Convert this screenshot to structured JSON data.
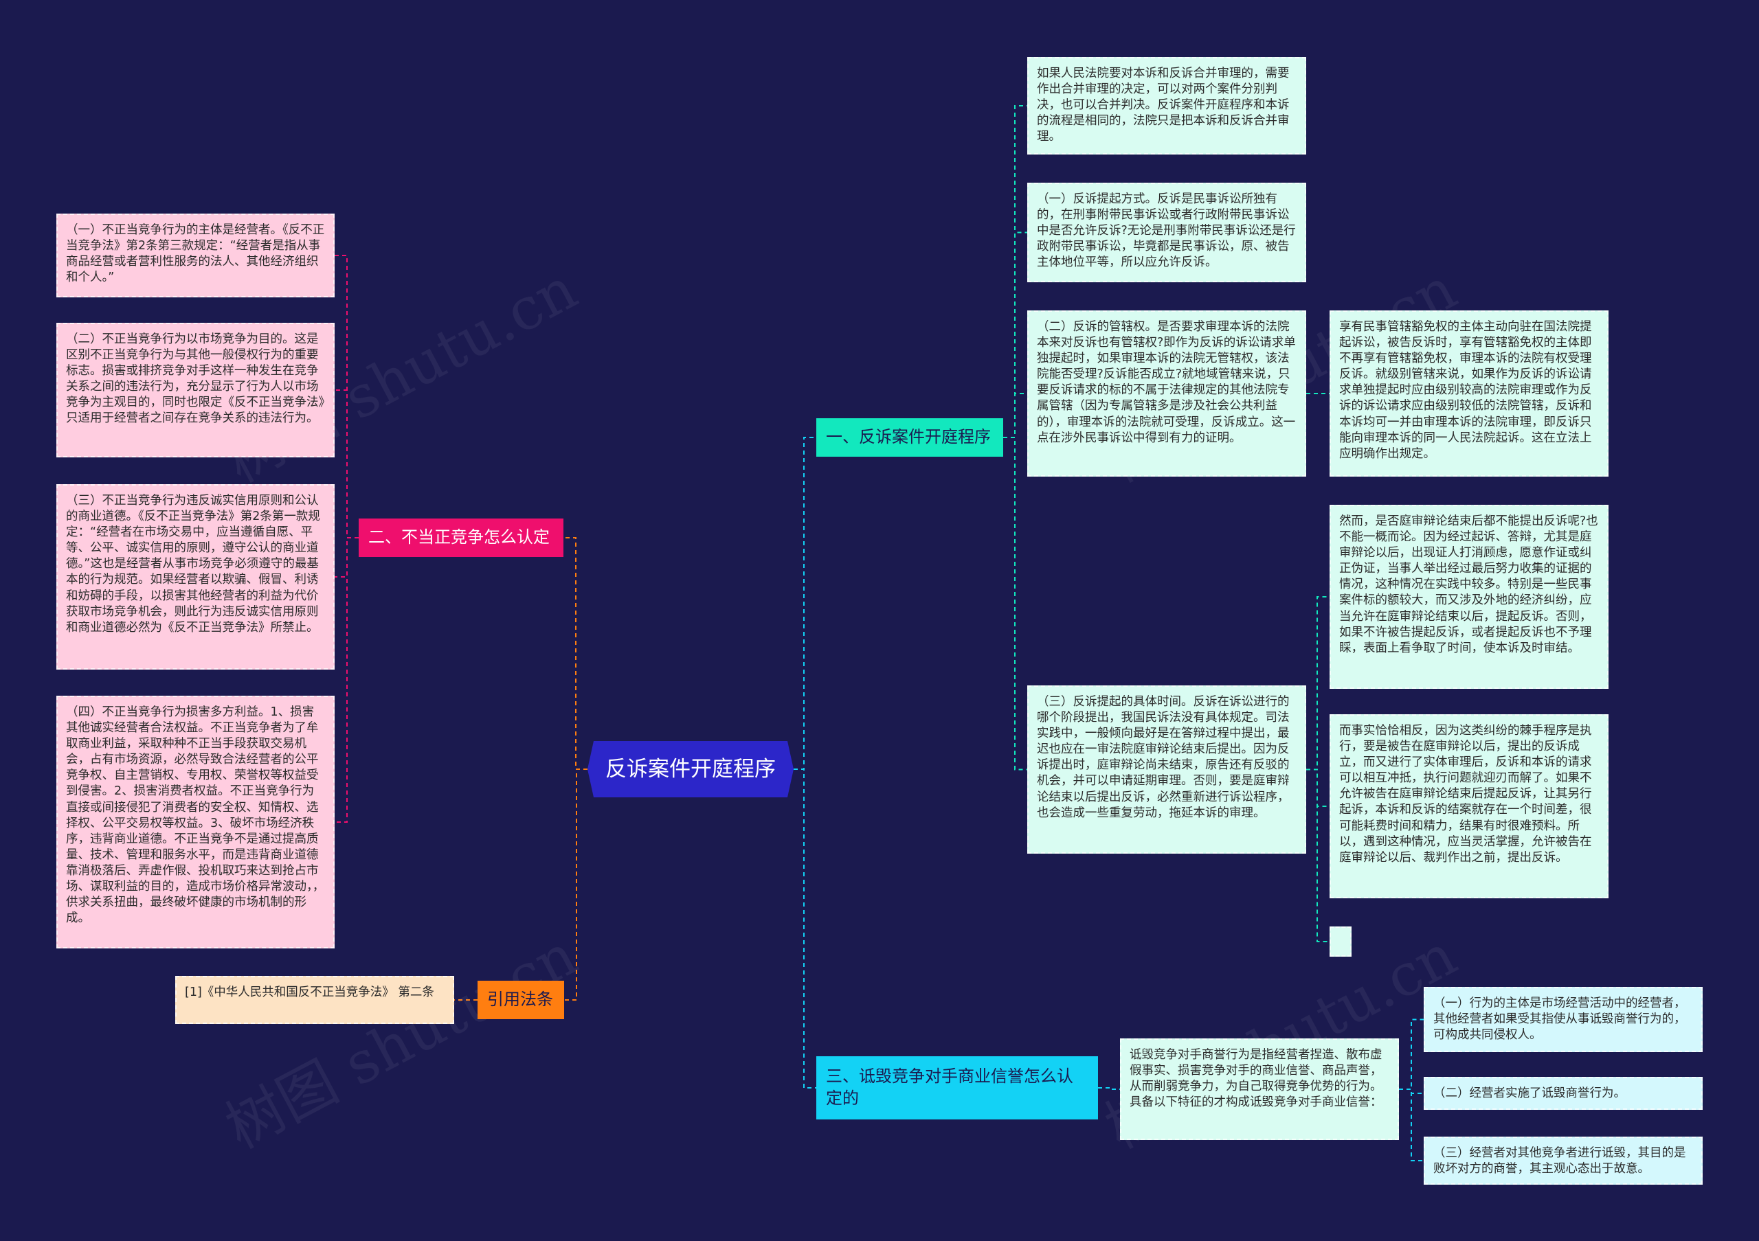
{
  "root": {
    "label": "反诉案件开庭程序"
  },
  "colors": {
    "background": "#1b1a4f",
    "root": "#2c26c9",
    "branch_red": "#ef0f6d",
    "branch_teal": "#12e8be",
    "branch_sky": "#13d2f5",
    "branch_orange": "#ff7e10",
    "leaf_pink": "#ffcde0",
    "leaf_mint": "#d9fcf2",
    "leaf_cyan": "#d4f8fd",
    "leaf_peach": "#fde3c4"
  },
  "watermark": "树图 shutu.cn",
  "branches": {
    "b1": {
      "label": "一、反诉案件开庭程序"
    },
    "b2": {
      "label": "二、不当正竞争怎么认定"
    },
    "b3": {
      "label": "三、诋毁竞争对手商业信誉怎么认定的"
    },
    "b4": {
      "label": "引用法条"
    }
  },
  "nodes": {
    "b1_intro": "如果人民法院要对本诉和反诉合并审理的，需要作出合并审理的决定，可以对两个案件分别判决，也可以合并判决。反诉案件开庭程序和本诉的流程是相同的，法院只是把本诉和反诉合并审理。",
    "b1_p1": "（一）反诉提起方式。反诉是民事诉讼所独有的，在刑事附带民事诉讼或者行政附带民事诉讼中是否允许反诉?无论是刑事附带民事诉讼还是行政附带民事诉讼，毕竟都是民事诉讼，原、被告主体地位平等，所以应允许反诉。",
    "b1_p2": "（二）反诉的管辖权。是否要求审理本诉的法院本来对反诉也有管辖权?即作为反诉的诉讼请求单独提起时，如果审理本诉的法院无管辖权，该法院能否受理?反诉能否成立?就地域管辖来说，只要反诉请求的标的不属于法律规定的其他法院专属管辖（因为专属管辖多是涉及社会公共利益的），审理本诉的法院就可受理，反诉成立。这一点在涉外民事诉讼中得到有力的证明。",
    "b1_p2_sub": "享有民事管辖豁免权的主体主动向驻在国法院提起诉讼，被告反诉时，享有管辖豁免权的主体即不再享有管辖豁免权，审理本诉的法院有权受理反诉。就级别管辖来说，如果作为反诉的诉讼请求单独提起时应由级别较高的法院审理或作为反诉的诉讼请求应由级别较低的法院管辖，反诉和本诉均可一并由审理本诉的法院审理，即反诉只能向审理本诉的同一人民法院起诉。这在立法上应明确作出规定。",
    "b1_p3": "（三）反诉提起的具体时间。反诉在诉讼进行的哪个阶段提出，我国民诉法没有具体规定。司法实践中，一般倾向最好是在答辩过程中提出，最迟也应在一审法院庭审辩论结束后提出。因为反诉提出时，庭审辩论尚未结束，原告还有反驳的机会，并可以申请延期审理。否则，要是庭审辩论结束以后提出反诉，必然重新进行诉讼程序，也会造成一些重复劳动，拖延本诉的审理。",
    "b1_p3_sub1": "然而，是否庭审辩论结束后都不能提出反诉呢?也不能一概而论。因为经过起诉、答辩，尤其是庭审辩论以后，出现证人打消顾虑，愿意作证或纠正伪证，当事人举出经过最后努力收集的证据的情况，这种情况在实践中较多。特别是一些民事案件标的额较大，而又涉及外地的经济纠纷，应当允许在庭审辩论结束以后，提起反诉。否则，如果不许被告提起反诉，或者提起反诉也不予理睬，表面上看争取了时间，使本诉及时审结。",
    "b1_p3_sub2": "而事实恰恰相反，因为这类纠纷的棘手程序是执行，要是被告在庭审辩论以后，提出的反诉成立，而又进行了实体审理后，反诉和本诉的请求可以相互冲抵，执行问题就迎刃而解了。如果不允许被告在庭审辩论结束后提起反诉，让其另行起诉，本诉和反诉的结案就存在一个时间差，很可能耗费时间和精力，结果有时很难预料。所以，遇到这种情况，应当灵活掌握，允许被告在庭审辩论以后、裁判作出之前，提出反诉。",
    "b2_p1": "（一）不正当竞争行为的主体是经营者。《反不正当竞争法》第2条第三款规定：“经营者是指从事商品经营或者营利性服务的法人、其他经济组织和个人。”",
    "b2_p2": "（二）不正当竞争行为以市场竞争为目的。这是区别不正当竞争行为与其他一般侵权行为的重要标志。损害或排挤竞争对手这样一种发生在竞争关系之间的违法行为，充分显示了行为人以市场竞争为主观目的，同时也限定《反不正当竞争法》只适用于经营者之间存在竞争关系的违法行为。",
    "b2_p3": "（三）不正当竞争行为违反诚实信用原则和公认的商业道德。《反不正当竞争法》第2条第一款规定：“经营者在市场交易中，应当遵循自愿、平等、公平、诚实信用的原则，遵守公认的商业道德。”这也是经营者从事市场竞争必须遵守的最基本的行为规范。如果经营者以欺骗、假冒、利诱和妨碍的手段，以损害其他经营者的利益为代价获取市场竞争机会，则此行为违反诚实信用原则和商业道德必然为《反不正当竞争法》所禁止。",
    "b2_p4": "（四）不正当竞争行为损害多方利益。1、损害其他诚实经营者合法权益。不正当竞争者为了牟取商业利益，采取种种不正当手段获取交易机会，占有市场资源，必然导致合法经营者的公平竞争权、自主营销权、专用权、荣誉权等权益受到侵害。2、损害消费者权益。不正当竞争行为直接或间接侵犯了消费者的安全权、知情权、选择权、公平交易权等权益。3、破坏市场经济秩序，违背商业道德。不正当竞争不是通过提高质量、技术、管理和服务水平，而是违背商业道德靠消极落后、弄虚作假、投机取巧来达到抢占市场、谋取利益的目的，造成市场价格异常波动，，供求关系扭曲，最终破坏健康的市场机制的形成。",
    "b3_main": "诋毁竞争对手商誉行为是指经营者捏造、散布虚假事实、损害竞争对手的商业信誉、商品声誉，从而削弱竞争力，为自己取得竞争优势的行为。具备以下特征的才构成诋毁竞争对手商业信誉：",
    "b3_c1": "（一）行为的主体是市场经营活动中的经营者，其他经营者如果受其指使从事诋毁商誉行为的，可构成共同侵权人。",
    "b3_c2": "（二）经营者实施了诋毁商誉行为。",
    "b3_c3": "（三）经营者对其他竞争者进行诋毁，其目的是败坏对方的商誉，其主观心态出于故意。",
    "b4_p1": "[1]《中华人民共和国反不正当竞争法》 第二条"
  }
}
